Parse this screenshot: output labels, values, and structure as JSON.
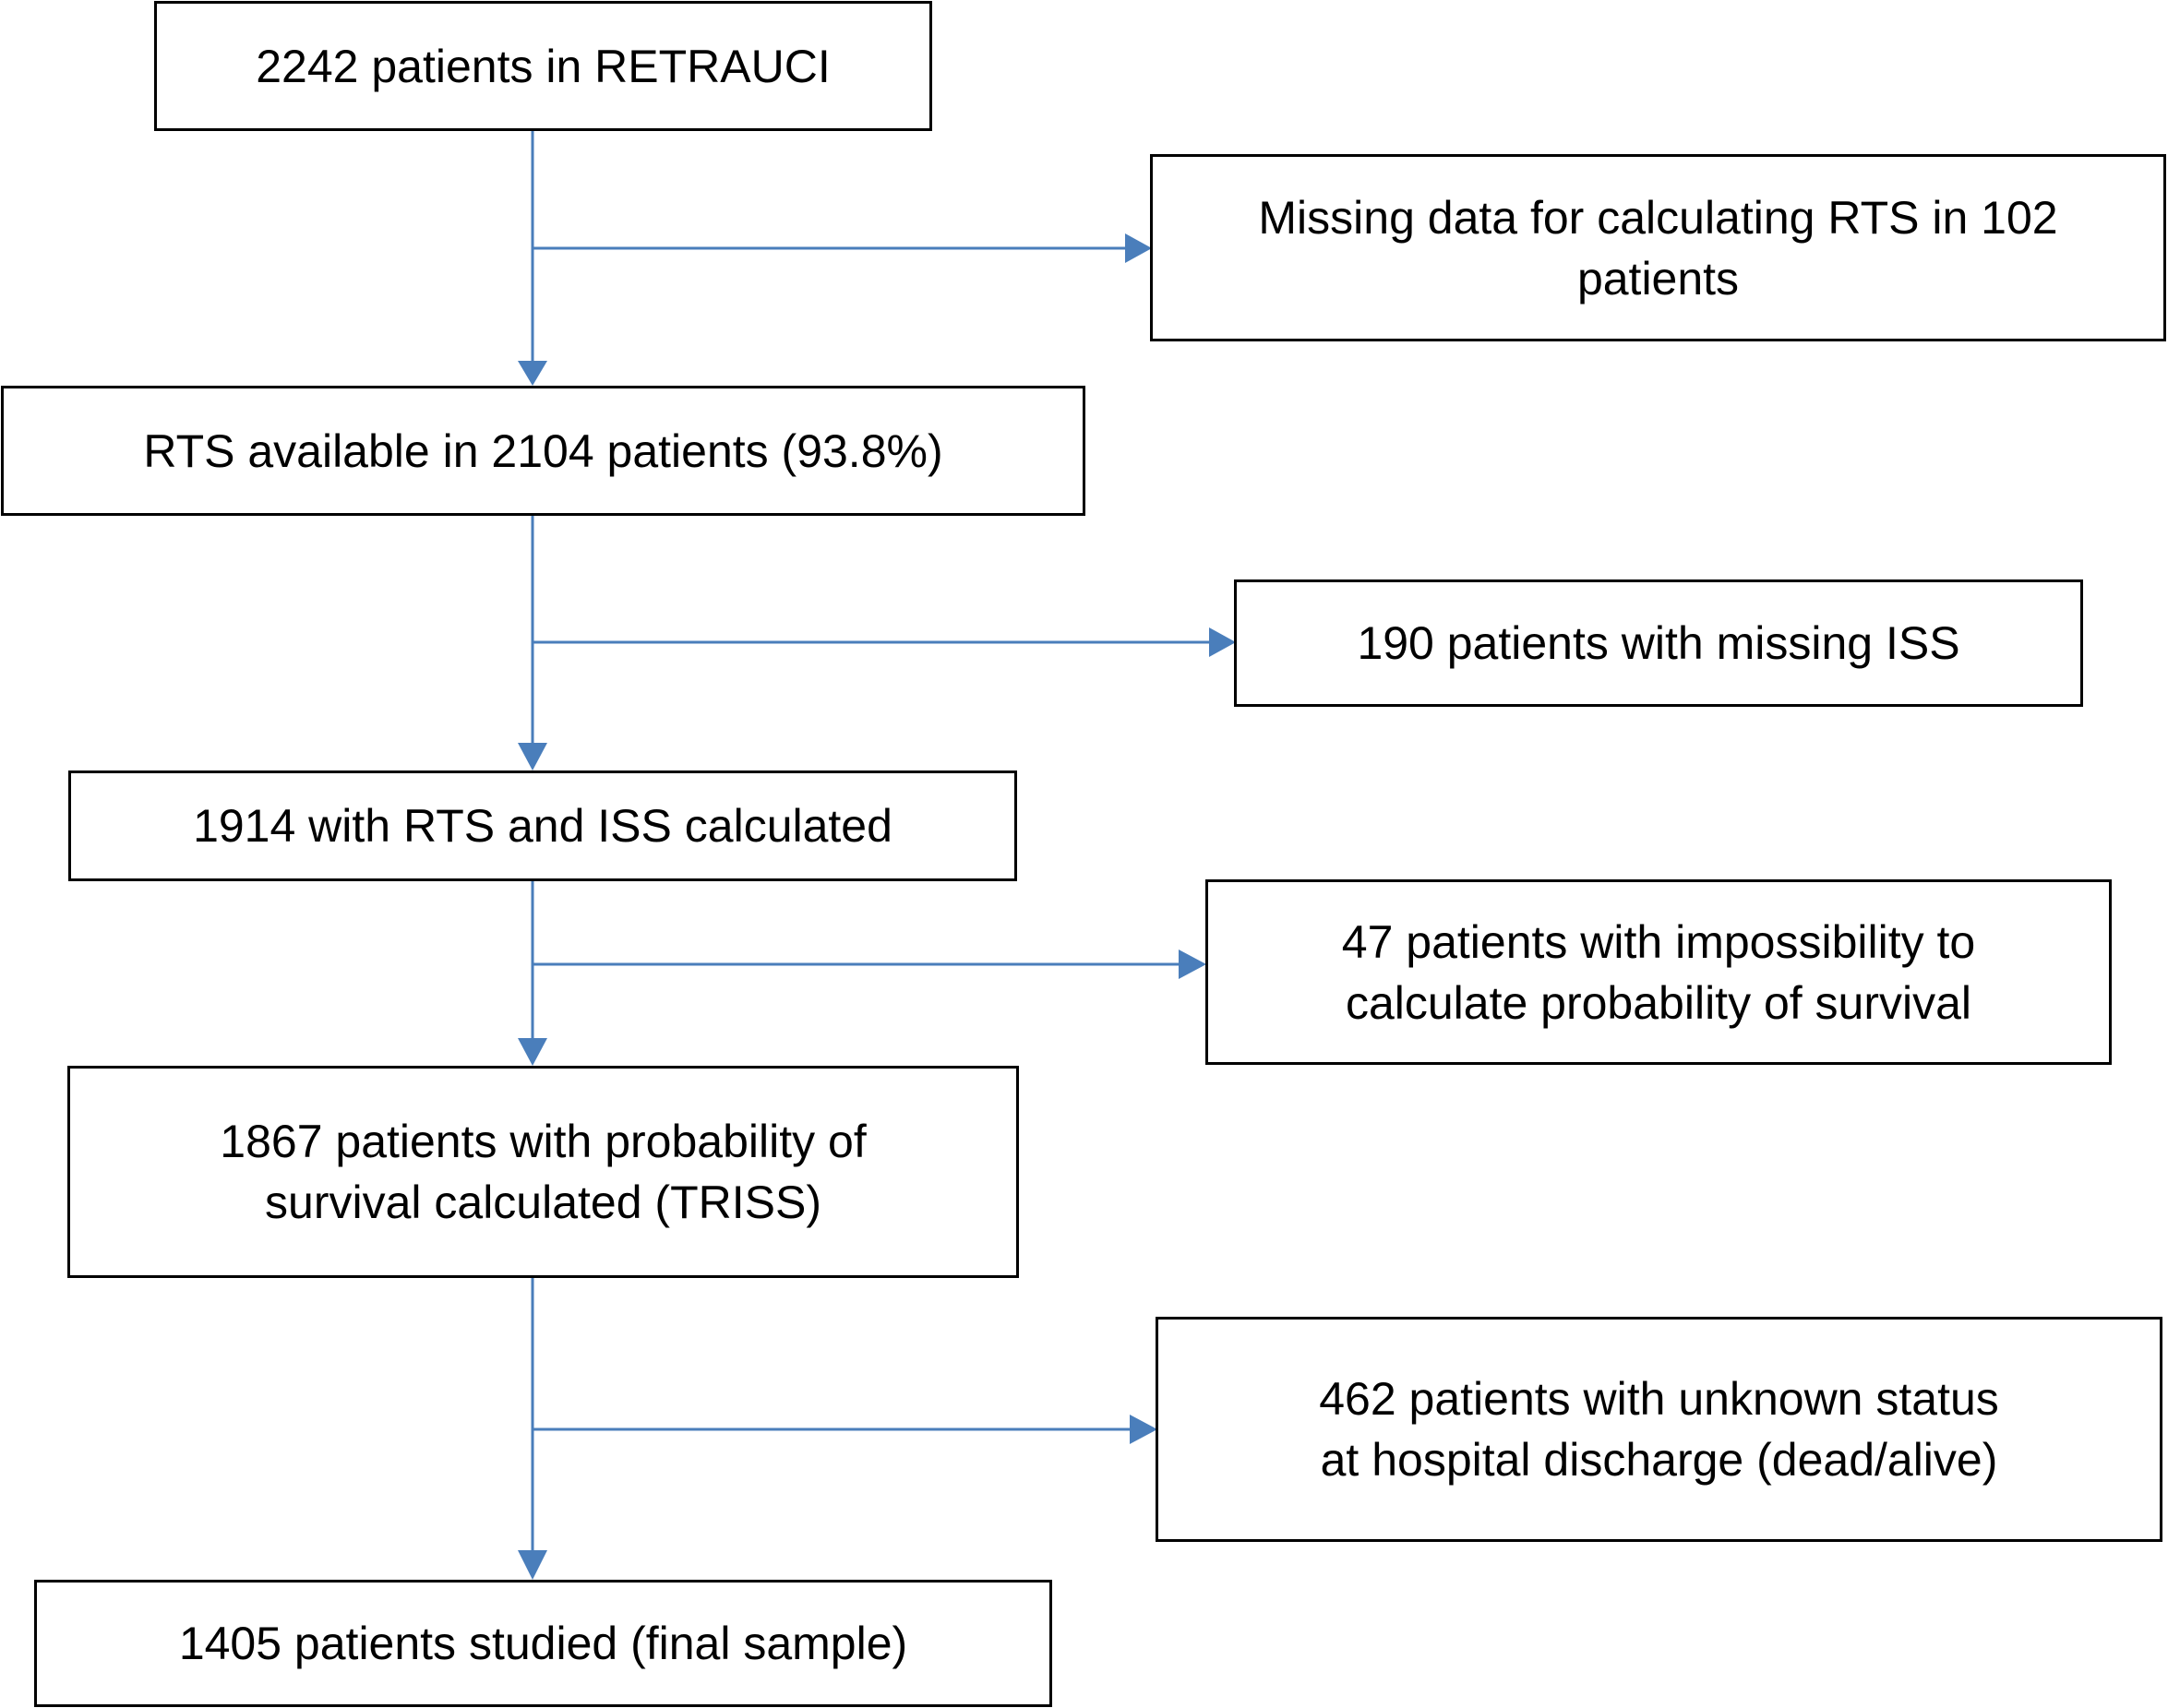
{
  "colors": {
    "connector": "#4a7ebb",
    "border": "#000000",
    "text": "#000000"
  },
  "main_boxes": [
    {
      "id": "retrauci",
      "lines": [
        "2242 patients in RETRAUCI"
      ]
    },
    {
      "id": "rts-available",
      "lines": [
        "RTS available in 2104 patients (93.8%)"
      ]
    },
    {
      "id": "rts-iss",
      "lines": [
        "1914 with RTS and ISS calculated"
      ]
    },
    {
      "id": "triss",
      "lines": [
        "1867 patients with probability of",
        "survival calculated (TRISS)"
      ]
    },
    {
      "id": "final-sample",
      "lines": [
        "1405 patients studied (final sample)"
      ]
    }
  ],
  "exclusion_boxes": [
    {
      "id": "missing-rts",
      "lines": [
        "Missing data for calculating RTS in 102",
        "patients"
      ]
    },
    {
      "id": "missing-iss",
      "lines": [
        "190 patients with missing ISS"
      ]
    },
    {
      "id": "no-probability",
      "lines": [
        "47 patients with impossibility to",
        "calculate probability of survival"
      ]
    },
    {
      "id": "unknown-status",
      "lines": [
        "462 patients with unknown status",
        "at hospital discharge (dead/alive)"
      ]
    }
  ]
}
